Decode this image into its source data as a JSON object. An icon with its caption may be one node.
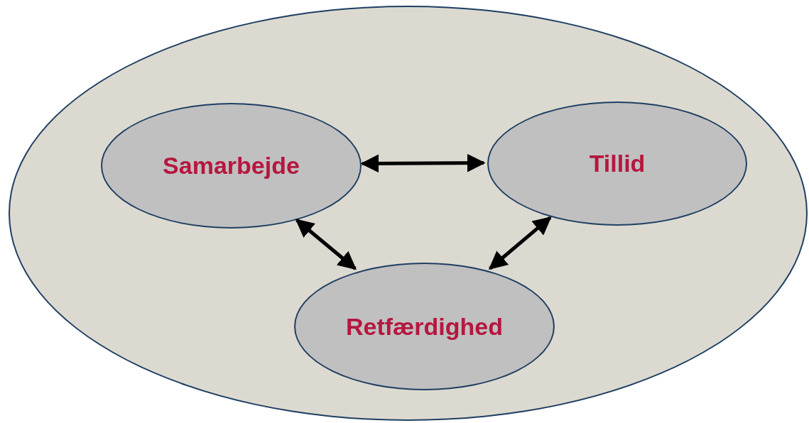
{
  "diagram": {
    "nodes": [
      {
        "text": [],
        "shape": "ellipse"
      },
      {
        "text": [
          "Samarbejde"
        ],
        "in": 0
      },
      {
        "text": [
          "Tillid"
        ],
        "in": 0
      },
      {
        "text": [
          "Retfærdighed"
        ],
        "in": 0
      }
    ],
    "edges": [
      {
        "from": 1,
        "to": 2,
        "arrow": "both"
      },
      {
        "from": 1,
        "to": 3,
        "arrow": "both"
      },
      {
        "from": 2,
        "to": 3,
        "arrow": "both"
      }
    ]
  }
}
